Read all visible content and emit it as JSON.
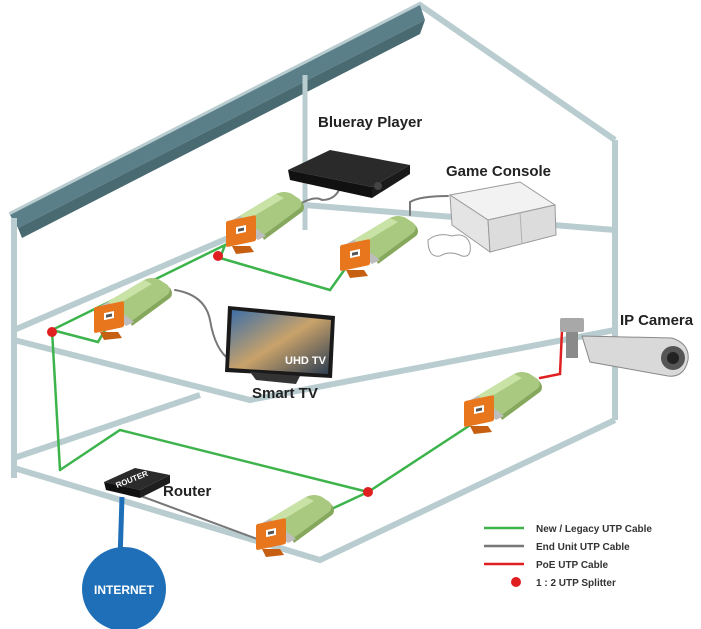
{
  "labels": {
    "blueray_player": "Blueray Player",
    "game_console": "Game Console",
    "ip_camera": "IP Camera",
    "smart_tv": "Smart TV",
    "router": "Router",
    "internet": "INTERNET",
    "router_box_text": "ROUTER",
    "tv_screen_text": "UHD TV"
  },
  "legend": {
    "items": [
      {
        "label": "New / Legacy UTP Cable",
        "color": "#3cb44b",
        "kind": "line"
      },
      {
        "label": "End Unit UTP Cable",
        "color": "#777777",
        "kind": "line"
      },
      {
        "label": "PoE UTP Cable",
        "color": "#e02020",
        "kind": "line"
      },
      {
        "label": "1 : 2 UTP Splitter",
        "color": "#e02020",
        "kind": "dot"
      }
    ]
  },
  "colors": {
    "roof": "#5b7f88",
    "wall": "#b9cdd1",
    "new_cable": "#3cb44b",
    "end_cable": "#777777",
    "poe_cable": "#e02020",
    "splitter": "#e02020",
    "adapter_body": "#a8c97f",
    "adapter_tip": "#cfcfcf",
    "adapter_plate": "#e8761d",
    "internet": "#1f6fb8"
  }
}
